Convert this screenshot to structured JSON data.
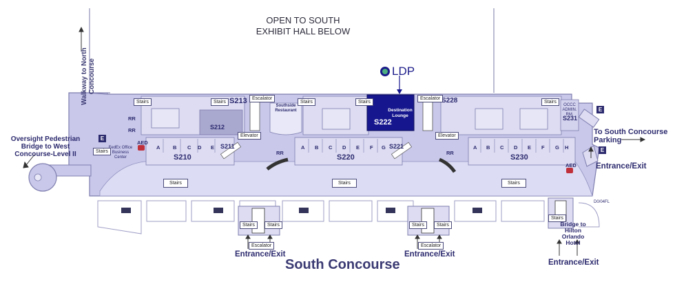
{
  "header": {
    "line1": "OPEN TO SOUTH",
    "line2": "EXHIBIT HALL BELOW"
  },
  "ldp": {
    "label": "LDP",
    "icon": "ldp-logo-icon"
  },
  "rooms": {
    "s213": "S213",
    "s212": "S212",
    "s211": "S211",
    "s210": "S210",
    "s220": "S220",
    "s221": "S221",
    "s222": "S222",
    "s222_name": "Destination Lounge",
    "s228": "S228",
    "s230": "S230",
    "s231": "S231",
    "occc_admin": "OCCC ADMIN. RM."
  },
  "sections_s210": [
    "A",
    "B",
    "C",
    "D",
    "E"
  ],
  "sections_s220": [
    "A",
    "B",
    "C",
    "D",
    "E",
    "F",
    "G"
  ],
  "sections_s230": [
    "A",
    "B",
    "C",
    "D",
    "E",
    "F",
    "G",
    "H"
  ],
  "facilities": {
    "stairs": "Stairs",
    "escalator": "Escalator",
    "elevator": "Elevator",
    "rr": "RR",
    "aed": "AED",
    "restaurant": "Southside Restaurant",
    "fedex": "FedEx Office Business Center",
    "e": "E",
    "room_code": "D0/04FL"
  },
  "labels": {
    "walkway": "Walkway to North Concourse",
    "pedestrian_bridge": "Oversight Pedestrian Bridge to West Concourse-Level II",
    "south_parking": "To South Concourse Parking",
    "entrance_exit": "Entrance/Exit",
    "bridge_hilton": "Bridge to Hilton Orlando Hotel",
    "south_concourse": "South Concourse"
  },
  "colors": {
    "floor": "#c9c8ea",
    "rooms": "#dddcf2",
    "wall": "#7d7cae",
    "highlight": "#16168e",
    "text": "#2c2a6e"
  }
}
